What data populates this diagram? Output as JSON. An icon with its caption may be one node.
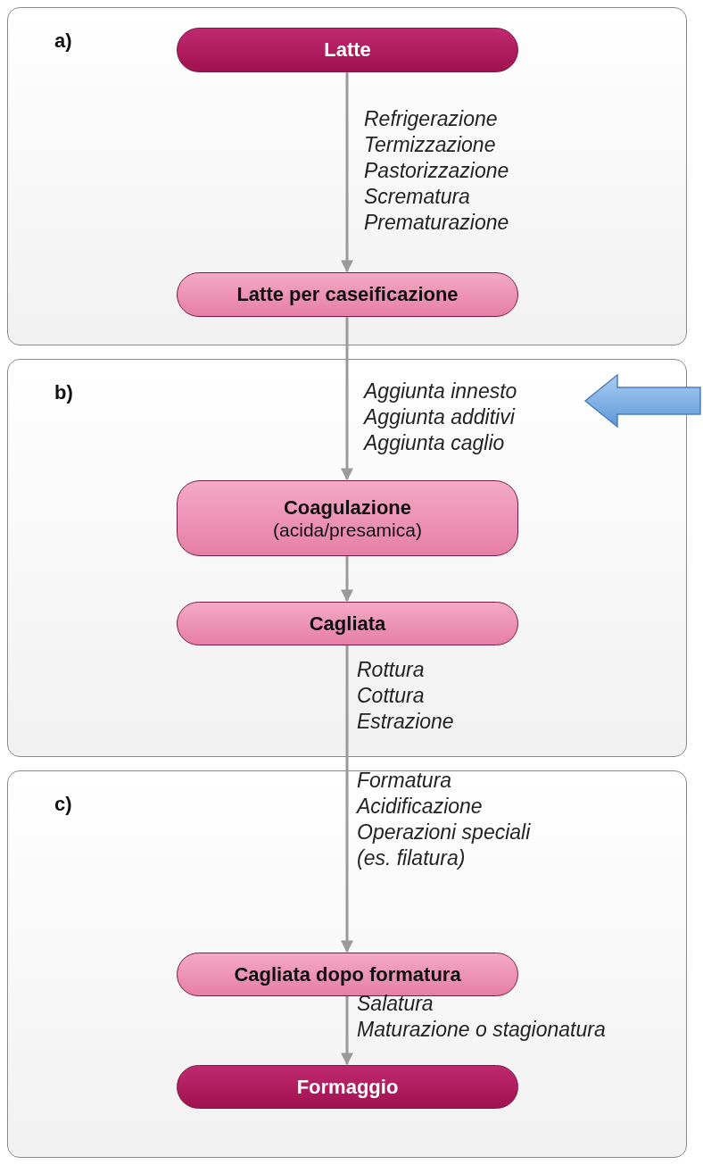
{
  "diagram": {
    "nodes": [
      {
        "text": [
          "a)"
        ]
      },
      {
        "text": [
          "Latte"
        ],
        "in": 0
      },
      {
        "text": [
          "Latte per caseificazione"
        ],
        "in": 0
      },
      {
        "text": [
          "b)"
        ]
      },
      {
        "text": [
          "Coagulazione",
          "(acida/presamica)"
        ],
        "in": 3
      },
      {
        "text": [
          "Cagliata"
        ],
        "in": 3
      },
      {
        "text": [
          "c)"
        ]
      },
      {
        "text": [
          "Cagliata dopo formatura"
        ],
        "in": 6
      },
      {
        "text": [
          "Formaggio"
        ],
        "in": 6
      }
    ],
    "edges": [
      {
        "from": 1,
        "to": 2,
        "arrow": "to"
      },
      {
        "from": 2,
        "to": 4,
        "arrow": "to"
      },
      {
        "from": 4,
        "to": 5,
        "arrow": "to"
      },
      {
        "from": 5,
        "to": 7,
        "arrow": "to"
      },
      {
        "from": 7,
        "to": 8,
        "arrow": "to"
      }
    ],
    "labels": [
      "Refrigerazione",
      "Termizzazione",
      "Pastorizzazione",
      "Scrematura",
      "Prematurazione",
      "Aggiunta innesto",
      "Aggiunta additivi",
      "Aggiunta caglio",
      "Rottura",
      "Cottura",
      "Estrazione",
      "Formatura",
      "Acidificazione",
      "Operazioni speciali",
      "(es. filatura)",
      "Salatura",
      "Maturazione o stagionatura"
    ]
  }
}
